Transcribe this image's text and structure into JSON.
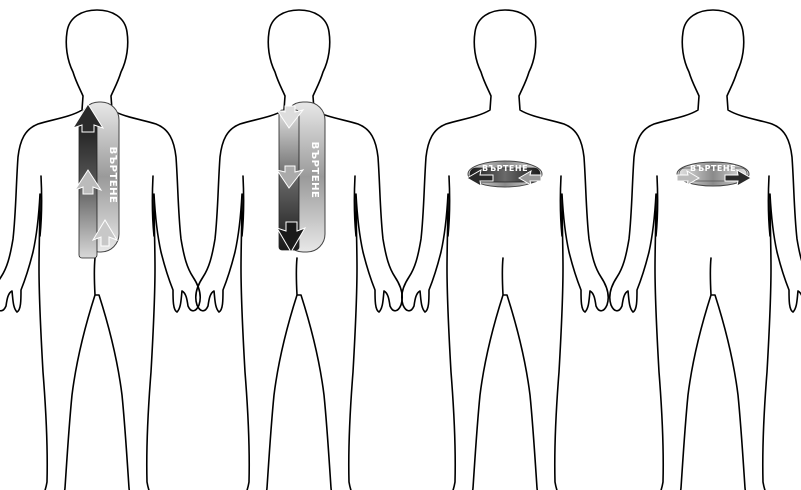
{
  "figures": [
    {
      "band_label": "ВЪРТЕНЕ",
      "orientation": "vertical",
      "direction": "up"
    },
    {
      "band_label": "ВЪРТЕНЕ",
      "orientation": "vertical",
      "direction": "down"
    },
    {
      "band_label": "ВЪРТЕНЕ",
      "orientation": "horizontal",
      "direction": "left"
    },
    {
      "band_label": "ВЪРТЕНЕ",
      "orientation": "horizontal",
      "direction": "right"
    }
  ]
}
